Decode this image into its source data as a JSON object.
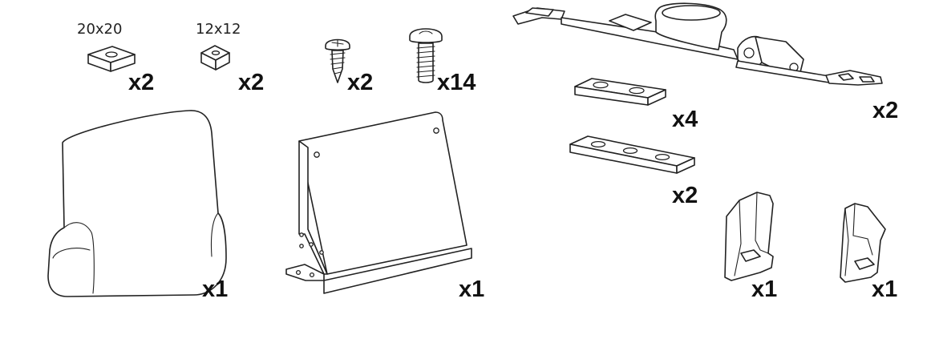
{
  "parts": {
    "spacer_20x20": {
      "size": "20x20",
      "qty": "x2"
    },
    "spacer_12x12": {
      "size": "12x12",
      "qty": "x2"
    },
    "small_screw": {
      "qty": "x2"
    },
    "bolt": {
      "qty": "x14"
    },
    "seat_cushion": {
      "qty": "x1"
    },
    "backrest_panel": {
      "qty": "x1"
    },
    "safety_strap": {
      "qty": "x2"
    },
    "plate_2_hole": {
      "qty": "x4"
    },
    "plate_3_hole": {
      "qty": "x2"
    },
    "end_cap_left": {
      "qty": "x1"
    },
    "end_cap_right": {
      "qty": "x1"
    }
  }
}
